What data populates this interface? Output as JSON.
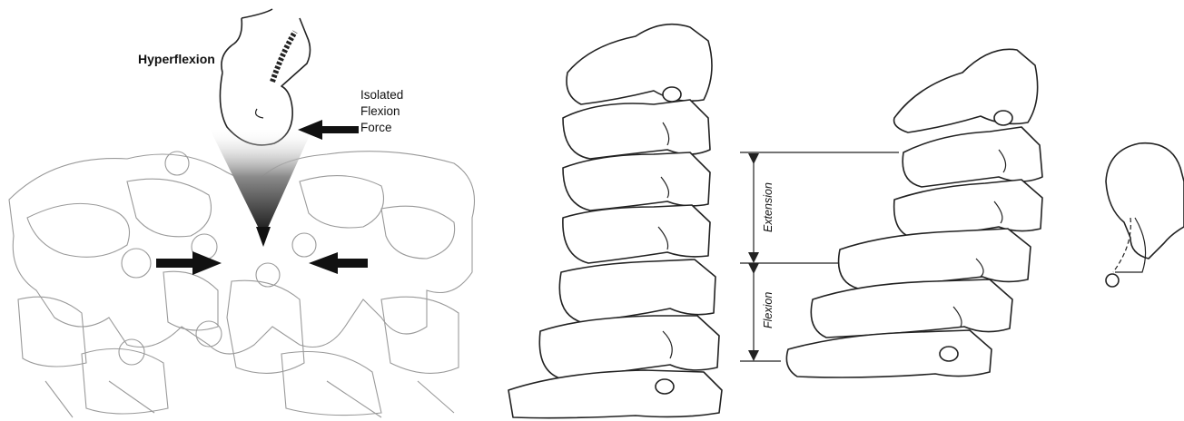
{
  "panel_left": {
    "title": "Hyperflexion",
    "force_label_lines": [
      "Isolated",
      "Flexion",
      "Force"
    ]
  },
  "panel_right": {
    "upper_label": "Extension",
    "lower_label": "Flexion"
  }
}
